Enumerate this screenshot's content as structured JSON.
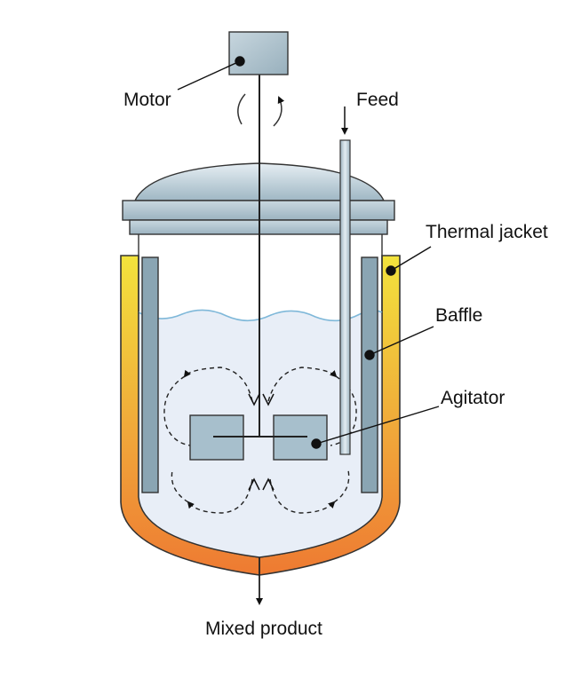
{
  "labels": {
    "motor": "Motor",
    "feed": "Feed",
    "thermal_jacket": "Thermal jacket",
    "baffle": "Baffle",
    "agitator": "Agitator",
    "mixed_product": "Mixed product"
  },
  "colors": {
    "jacket_top": "#f2e33c",
    "jacket_bottom": "#ee7a32",
    "steel": "#a9c0cd",
    "steel_dark": "#6f8b9a",
    "baffle": "#8aa5b3",
    "liquid": "#e8eef7",
    "liquid_surface": "#7fb8d9",
    "ink": "#111111"
  }
}
